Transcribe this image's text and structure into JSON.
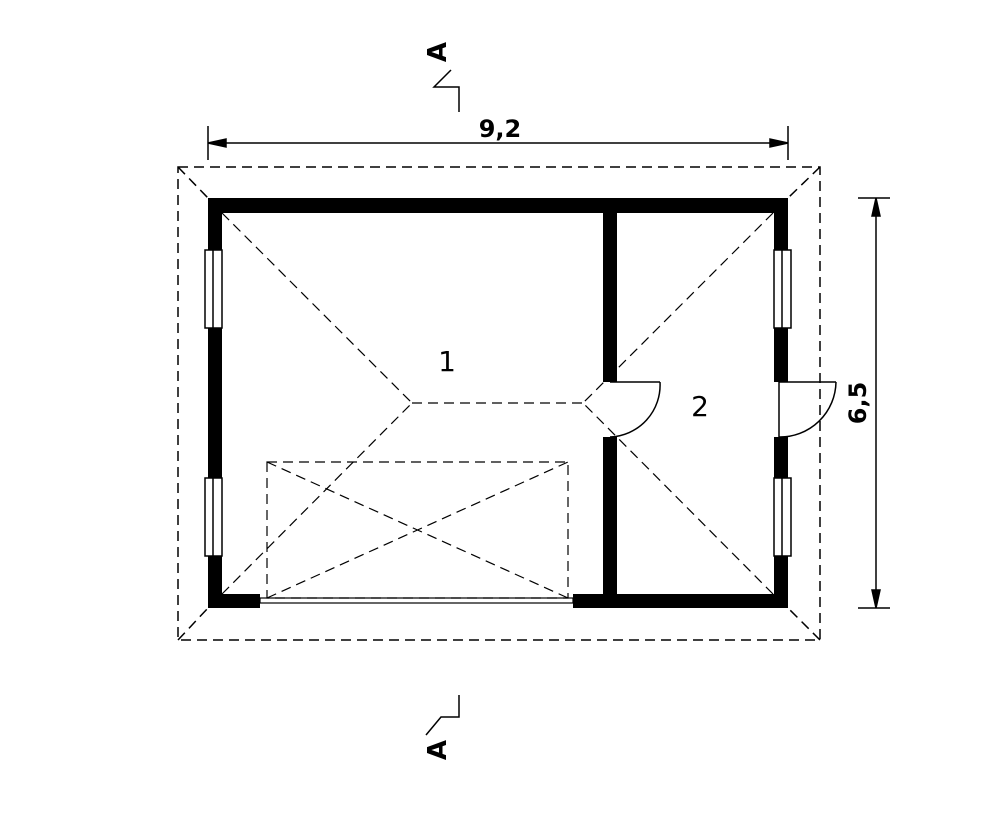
{
  "plan": {
    "dimensions": {
      "width": "9,2",
      "depth": "6,5"
    },
    "rooms": [
      {
        "number": "1"
      },
      {
        "number": "2"
      }
    ],
    "section_marks": {
      "top": "A",
      "bottom": "A"
    }
  }
}
